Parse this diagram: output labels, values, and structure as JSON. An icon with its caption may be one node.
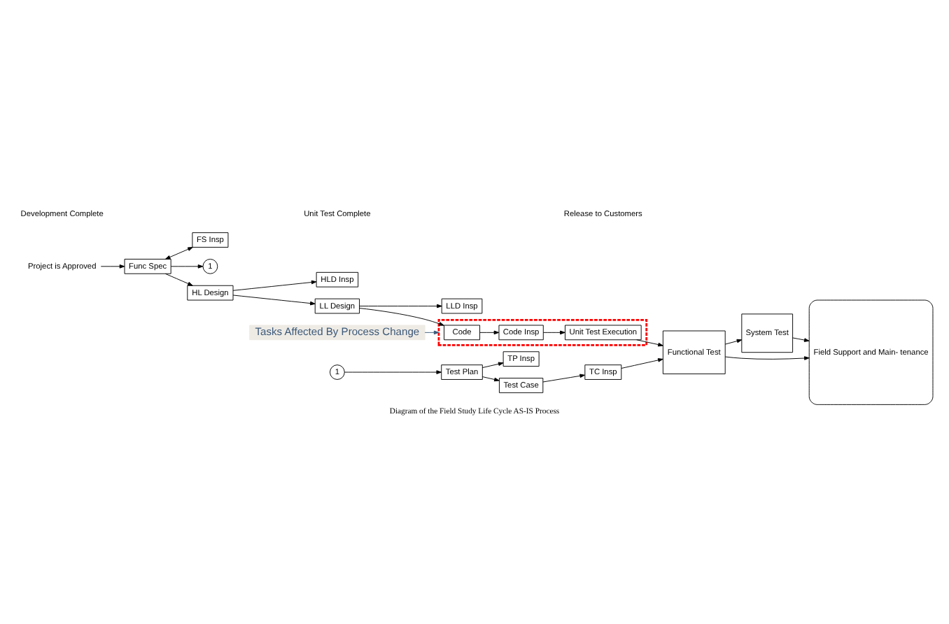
{
  "diagram": {
    "caption": "Diagram of the Field Study Life Cycle AS-IS Process",
    "nodes": [
      {
        "text": [
          "Project is Approved"
        ]
      },
      {
        "text": [
          "Func Spec"
        ]
      },
      {
        "text": [
          "FS Insp"
        ]
      },
      {
        "text": [
          "1"
        ]
      },
      {
        "text": [
          "HL Design"
        ]
      },
      {
        "text": [
          "HLD Insp"
        ]
      },
      {
        "text": [
          "LL Design"
        ]
      },
      {
        "text": [
          "LLD Insp"
        ]
      },
      {
        "text": [
          "Tasks Affected By Process Change"
        ]
      },
      {
        "text": [],
        "shape": "box"
      },
      {
        "text": [
          "Code"
        ],
        "in": 9
      },
      {
        "text": [
          "Code Insp"
        ],
        "in": 9
      },
      {
        "text": [
          "Unit Test Execution"
        ],
        "in": 9
      },
      {
        "text": [
          "1"
        ]
      },
      {
        "text": [
          "Test Plan"
        ]
      },
      {
        "text": [
          "TP Insp"
        ]
      },
      {
        "text": [
          "Test Case"
        ]
      },
      {
        "text": [
          "TC Insp"
        ]
      },
      {
        "text": [
          "Functional Test"
        ]
      },
      {
        "text": [
          "System Test"
        ]
      },
      {
        "text": [
          "Field Support and Main- tenance"
        ]
      }
    ],
    "edges": [
      {
        "from": 0,
        "to": 1,
        "arrow": "to"
      },
      {
        "from": 1,
        "to": 2,
        "arrow": "both"
      },
      {
        "from": 1,
        "to": 3,
        "arrow": "to"
      },
      {
        "from": 1,
        "to": 4,
        "arrow": "to"
      },
      {
        "from": 4,
        "to": 5,
        "arrow": "to"
      },
      {
        "from": 4,
        "to": 6,
        "arrow": "to"
      },
      {
        "from": 6,
        "to": 7,
        "arrow": "to"
      },
      {
        "from": 6,
        "to": 10,
        "arrow": "to"
      },
      {
        "from": 8,
        "to": 9,
        "arrow": "to",
        "color": "#3d5a7a"
      },
      {
        "from": 10,
        "to": 11,
        "arrow": "to"
      },
      {
        "from": 11,
        "to": 12,
        "arrow": "to"
      },
      {
        "from": 12,
        "to": 18,
        "arrow": "to"
      },
      {
        "from": 13,
        "to": 14,
        "arrow": "to"
      },
      {
        "from": 14,
        "to": 15,
        "arrow": "to"
      },
      {
        "from": 14,
        "to": 16,
        "arrow": "to"
      },
      {
        "from": 16,
        "to": 17,
        "arrow": "to"
      },
      {
        "from": 17,
        "to": 18,
        "arrow": "to"
      },
      {
        "from": 18,
        "to": 19,
        "arrow": "to"
      },
      {
        "from": 18,
        "to": 20,
        "arrow": "to"
      },
      {
        "from": 19,
        "to": 20,
        "arrow": "to"
      }
    ],
    "labels": [
      "Development Complete",
      "Unit Test Complete",
      "Release to Customers"
    ]
  }
}
